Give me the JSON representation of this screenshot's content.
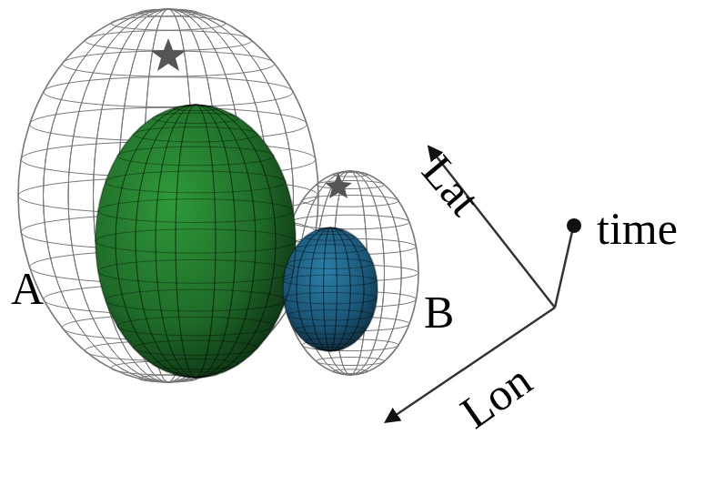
{
  "diagram": {
    "labels": [
      "A",
      "B",
      "Lat",
      "Lon",
      "time"
    ]
  }
}
